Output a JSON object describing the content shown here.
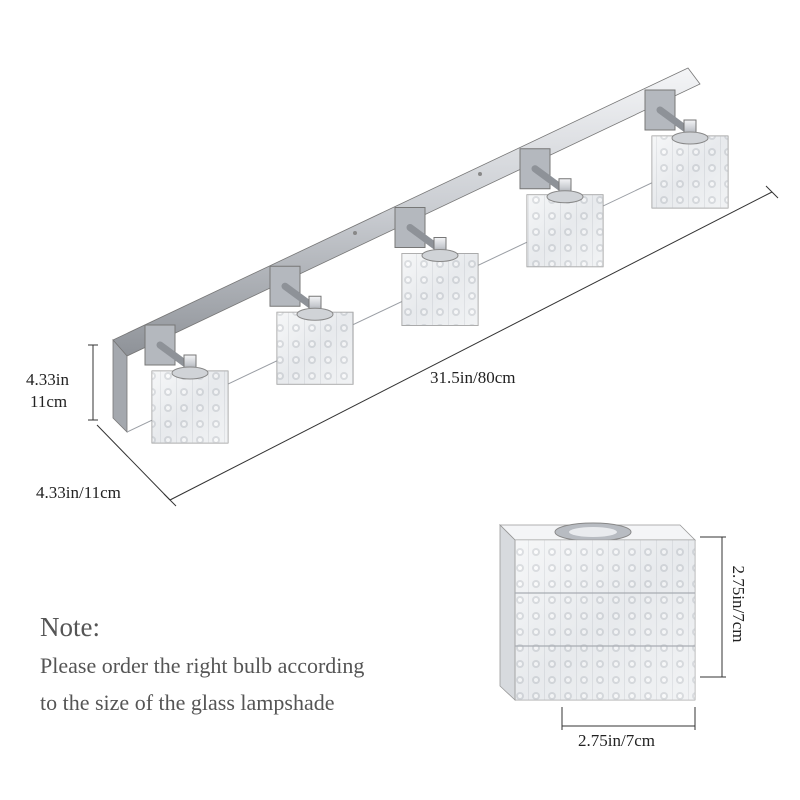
{
  "dimensions": {
    "length": "31.5in/80cm",
    "height_in": "4.33in",
    "height_cm": "11cm",
    "depth": "4.33in/11cm",
    "shade_width": "2.75in/7cm",
    "shade_height": "2.75in/7cm"
  },
  "note": {
    "title": "Note:",
    "line1": "Please order the right bulb according",
    "line2": "to the size of the glass lampshade"
  },
  "fixture": {
    "light_count": 5,
    "colors": {
      "chrome": "#c9ccd1",
      "chrome_dark": "#8e9298",
      "glass": "#eef0f2",
      "line": "#333333"
    }
  }
}
